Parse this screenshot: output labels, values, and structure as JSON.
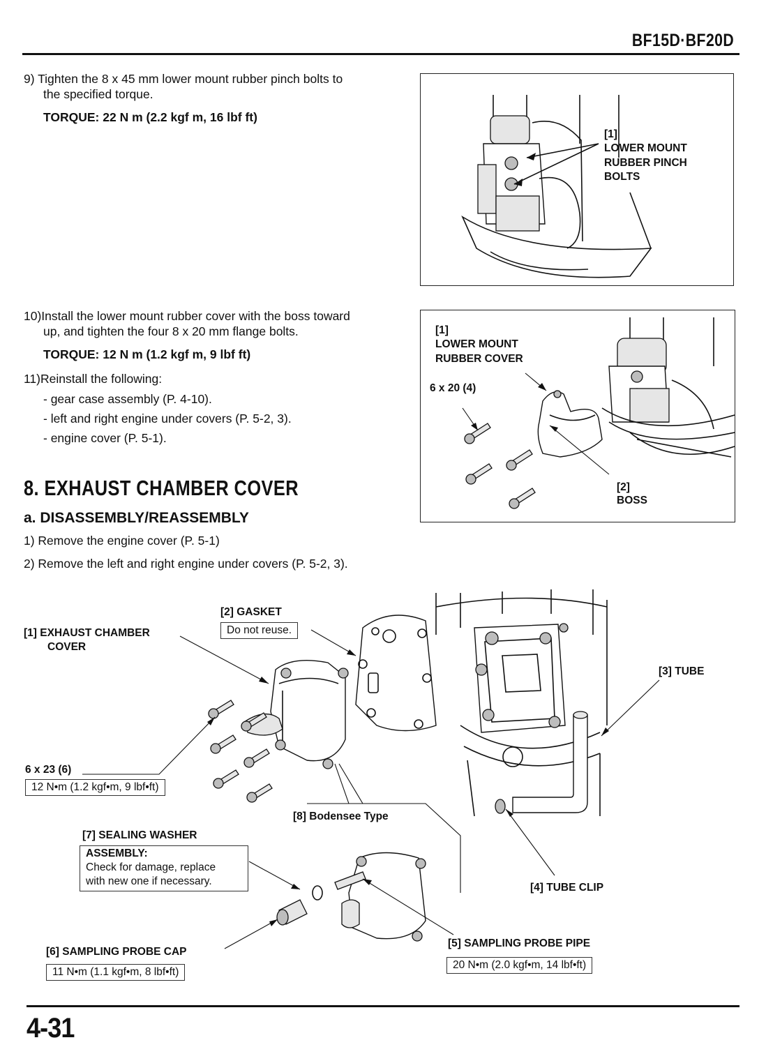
{
  "header": {
    "model": "BF15D·BF20D"
  },
  "page_number": "4-31",
  "step9": {
    "text_line1": "9)  Tighten the 8 x 45 mm lower mount rubber pinch bolts to",
    "text_line2": "the specified torque.",
    "torque": "TORQUE: 22 N m (2.2 kgf m, 16 lbf ft)"
  },
  "fig1": {
    "label_num": "[1]",
    "label_line1": "LOWER MOUNT",
    "label_line2": "RUBBER PINCH",
    "label_line3": "BOLTS"
  },
  "step10": {
    "text_line1": "10)Install the lower mount rubber cover with the boss toward",
    "text_line2": "up, and tighten the four 8 x 20 mm flange bolts.",
    "torque": "TORQUE: 12 N  m (1.2 kgf  m, 9 lbf  ft)"
  },
  "step11": {
    "intro": "11)Reinstall the following:",
    "items": [
      "- gear case assembly (P. 4-10).",
      "- left and right engine under covers (P. 5-2, 3).",
      "- engine cover (P. 5-1)."
    ]
  },
  "fig2": {
    "label1_num": "[1]",
    "label1_line1": "LOWER MOUNT",
    "label1_line2": "RUBBER COVER",
    "bolts": "6 x 20 (4)",
    "label2_num": "[2]",
    "label2_line1": "BOSS"
  },
  "section": {
    "title": "8. EXHAUST CHAMBER COVER",
    "subtitle": "a. DISASSEMBLY/REASSEMBLY",
    "steps": [
      "1)  Remove the engine cover (P. 5-1)",
      "2)  Remove the left and right engine under covers (P. 5-2, 3)."
    ]
  },
  "fig3": {
    "gasket_label": "[2]  GASKET",
    "gasket_note": "Do not reuse.",
    "cover_label_line1": "[1]  EXHAUST CHAMBER",
    "cover_label_line2": "COVER",
    "tube_label": "[3]  TUBE",
    "bolts_label": "6 x 23 (6)",
    "bolts_torque": "12 N•m (1.2 kgf•m, 9 lbf•ft)",
    "bodensee_label": "[8] Bodensee Type",
    "washer_label": "[7]  SEALING WASHER",
    "washer_note_title": "ASSEMBLY:",
    "washer_note_line1": "Check for damage, replace",
    "washer_note_line2": "with new one if necessary.",
    "tube_clip_label": "[4]  TUBE CLIP",
    "cap_label": "[6]  SAMPLING PROBE CAP",
    "cap_torque": "11 N•m (1.1 kgf•m, 8 lbf•ft)",
    "pipe_label": "[5]  SAMPLING PROBE PIPE",
    "pipe_torque": "20 N•m (2.0 kgf•m, 14 lbf•ft)"
  }
}
